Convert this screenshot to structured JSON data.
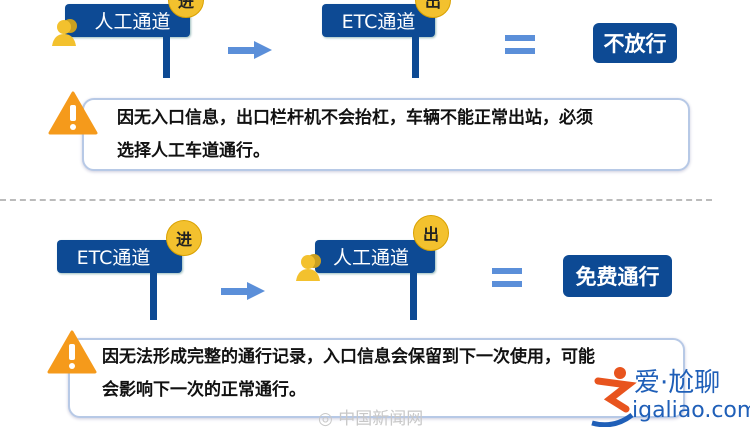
{
  "scenario1": {
    "entry_lane": "人工通道",
    "entry_badge": "进",
    "exit_lane": "ETC通道",
    "exit_badge": "出",
    "result": "不放行",
    "note_line1": "因无入口信息，出口栏杆机不会抬杠，车辆不能正常出站，必须",
    "note_line2": "选择人工车道通行。"
  },
  "scenario2": {
    "entry_lane": "ETC通道",
    "entry_badge": "进",
    "exit_lane": "人工通道",
    "exit_badge": "出",
    "result": "免费通行",
    "note_line1": "因无法形成完整的通行记录，入口信息会保留到下一次使用，可能",
    "note_line2": "会影响下一次的正常通行。"
  },
  "watermarks": {
    "source": "中国新闻网",
    "logo_cn": "爱·尬聊",
    "logo_url": "igaliao.com"
  },
  "colors": {
    "sign": "#0d4a94",
    "badge": "#f3c12e",
    "arrow": "#5b8fd9",
    "warning": "#f59a1b"
  }
}
